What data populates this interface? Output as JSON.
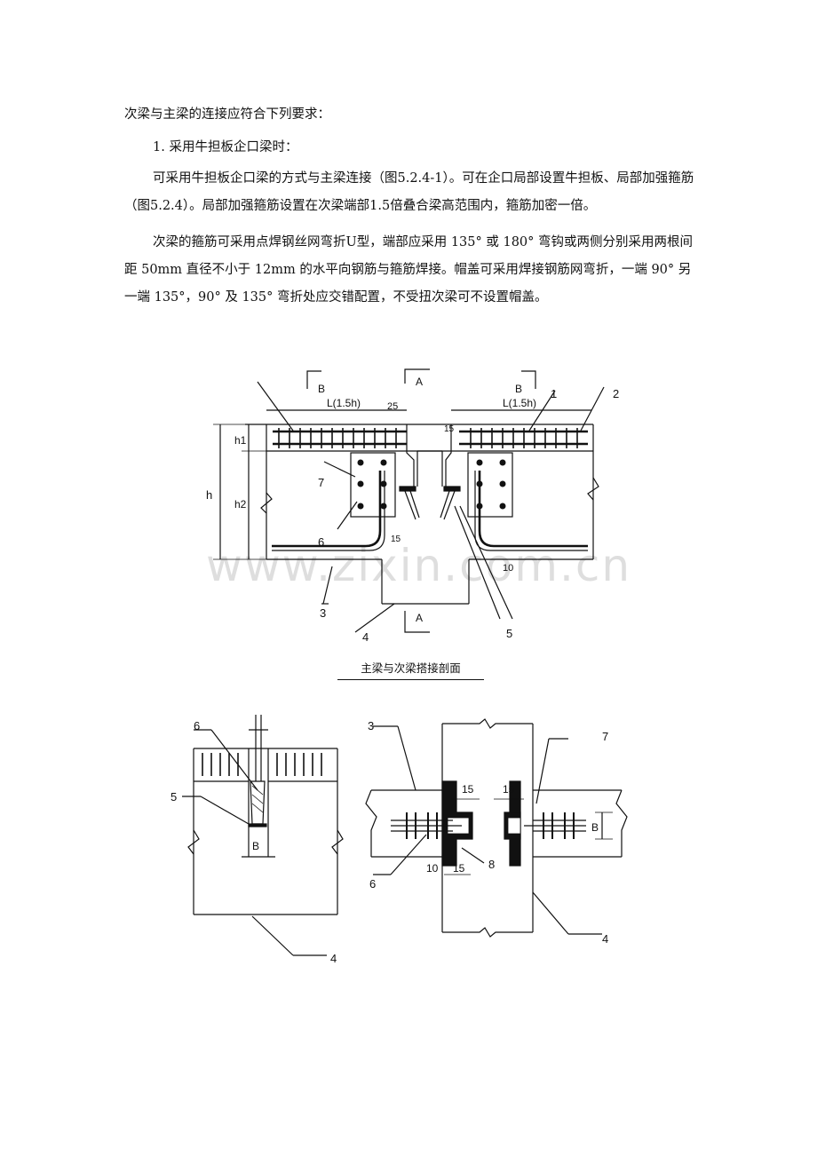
{
  "text": {
    "intro": "次梁与主梁的连接应符合下列要求：",
    "item1": "1.  采用牛担板企口梁时：",
    "para1": "可采用牛担板企口梁的方式与主梁连接（图5.2.4-1）。可在企口局部设置牛担板、局部加强箍筋（图5.2.4）。局部加强箍筋设置在次梁端部1.5倍叠合梁高范围内，箍筋加密一倍。",
    "para2": "次梁的箍筋可采用点焊钢丝网弯折U型，端部应采用 135° 或 180° 弯钩或两侧分别采用两根间距 50mm 直径不小于 12mm 的水平向钢筋与箍筋焊接。帽盖可采用焊接钢筋网弯折，一端 90° 另一端 135°，90° 及 135° 弯折处应交错配置，不受扭次梁可不设置帽盖。"
  },
  "figure": {
    "caption": "主梁与次梁搭接剖面",
    "watermark": "www.zixin.com.cn",
    "top": {
      "section_b": "B",
      "section_a": "A",
      "len_label": "L(1.5h)",
      "dim_25": "25",
      "dim_15": "15",
      "dim_10": "10",
      "h": "h",
      "h1": "h1",
      "h2": "h2",
      "labels": [
        "1",
        "2",
        "3",
        "4",
        "5",
        "6",
        "7"
      ]
    },
    "bottom_left": {
      "labels": [
        "6",
        "5",
        "4"
      ],
      "b": "B"
    },
    "bottom_right": {
      "labels": [
        "3",
        "7",
        "6",
        "8",
        "4"
      ],
      "dim_15": "15",
      "dim_10": "10",
      "b": "B"
    }
  }
}
